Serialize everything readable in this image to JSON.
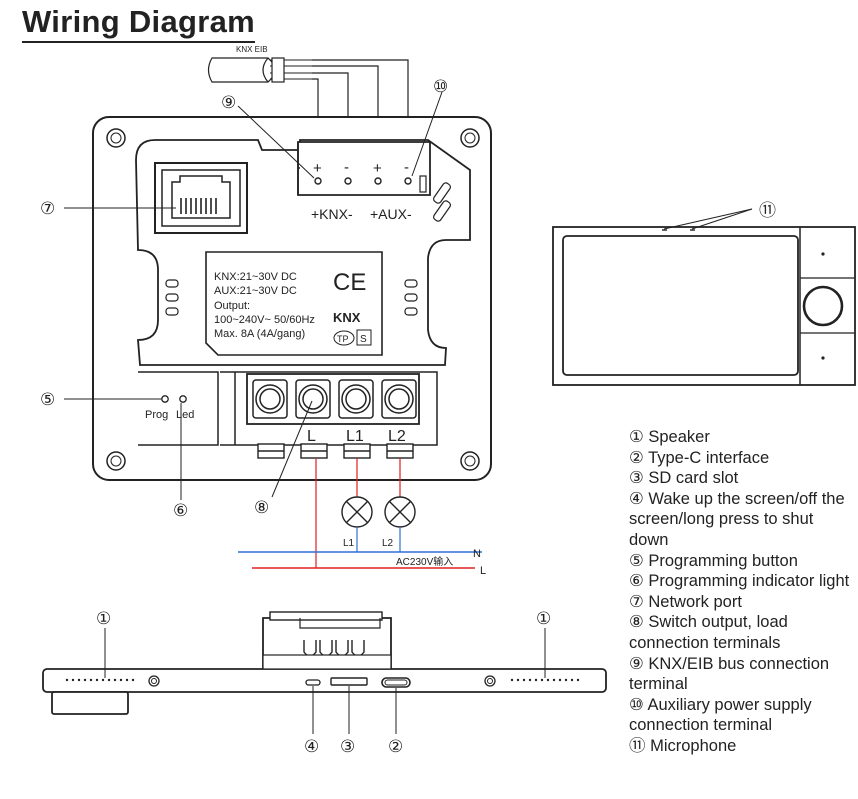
{
  "title": "Wiring Diagram",
  "cable_label": "KNX EIB",
  "terminal_labels": {
    "knx": "+KNX-",
    "aux": "+AUX-"
  },
  "plus": "+",
  "minus": "-",
  "spec_text": {
    "line1": "KNX:21~30V DC",
    "line2": "AUX:21~30V DC",
    "line3": "Output:",
    "line4": "100~240V~ 50/60Hz",
    "line5": "Max. 8A (4A/gang)"
  },
  "marks": {
    "ce": "CE",
    "knx_logo": "KNX",
    "tp": "TP",
    "s": "S"
  },
  "prog_label": "Prog",
  "led_label": "Led",
  "output_labels": {
    "l": "L",
    "l1": "L1",
    "l2": "L2"
  },
  "lamp_labels": {
    "l1": "L1",
    "l2": "L2"
  },
  "mains": {
    "source": "AC230V输入",
    "n": "N",
    "l": "L"
  },
  "callouts": {
    "c1": "①",
    "c2": "②",
    "c3": "③",
    "c4": "④",
    "c5": "⑤",
    "c6": "⑥",
    "c7": "⑦",
    "c8": "⑧",
    "c9": "⑨",
    "c10": "⑩",
    "c11": "⑪"
  },
  "legend": [
    "① Speaker",
    "② Type-C interface",
    "③ SD card slot",
    "④ Wake up the screen/off the screen/long press to shut down",
    "⑤ Programming button",
    "⑥ Programming indicator light",
    "⑦ Network port",
    "⑧ Switch output, load connection terminals",
    "⑨ KNX/EIB bus connection terminal",
    "⑩ Auxiliary power supply connection terminal",
    "⑪ Microphone"
  ],
  "colors": {
    "ink": "#222222",
    "neutral_wire": "#2f6fd6",
    "live_wire": "#e02020"
  }
}
